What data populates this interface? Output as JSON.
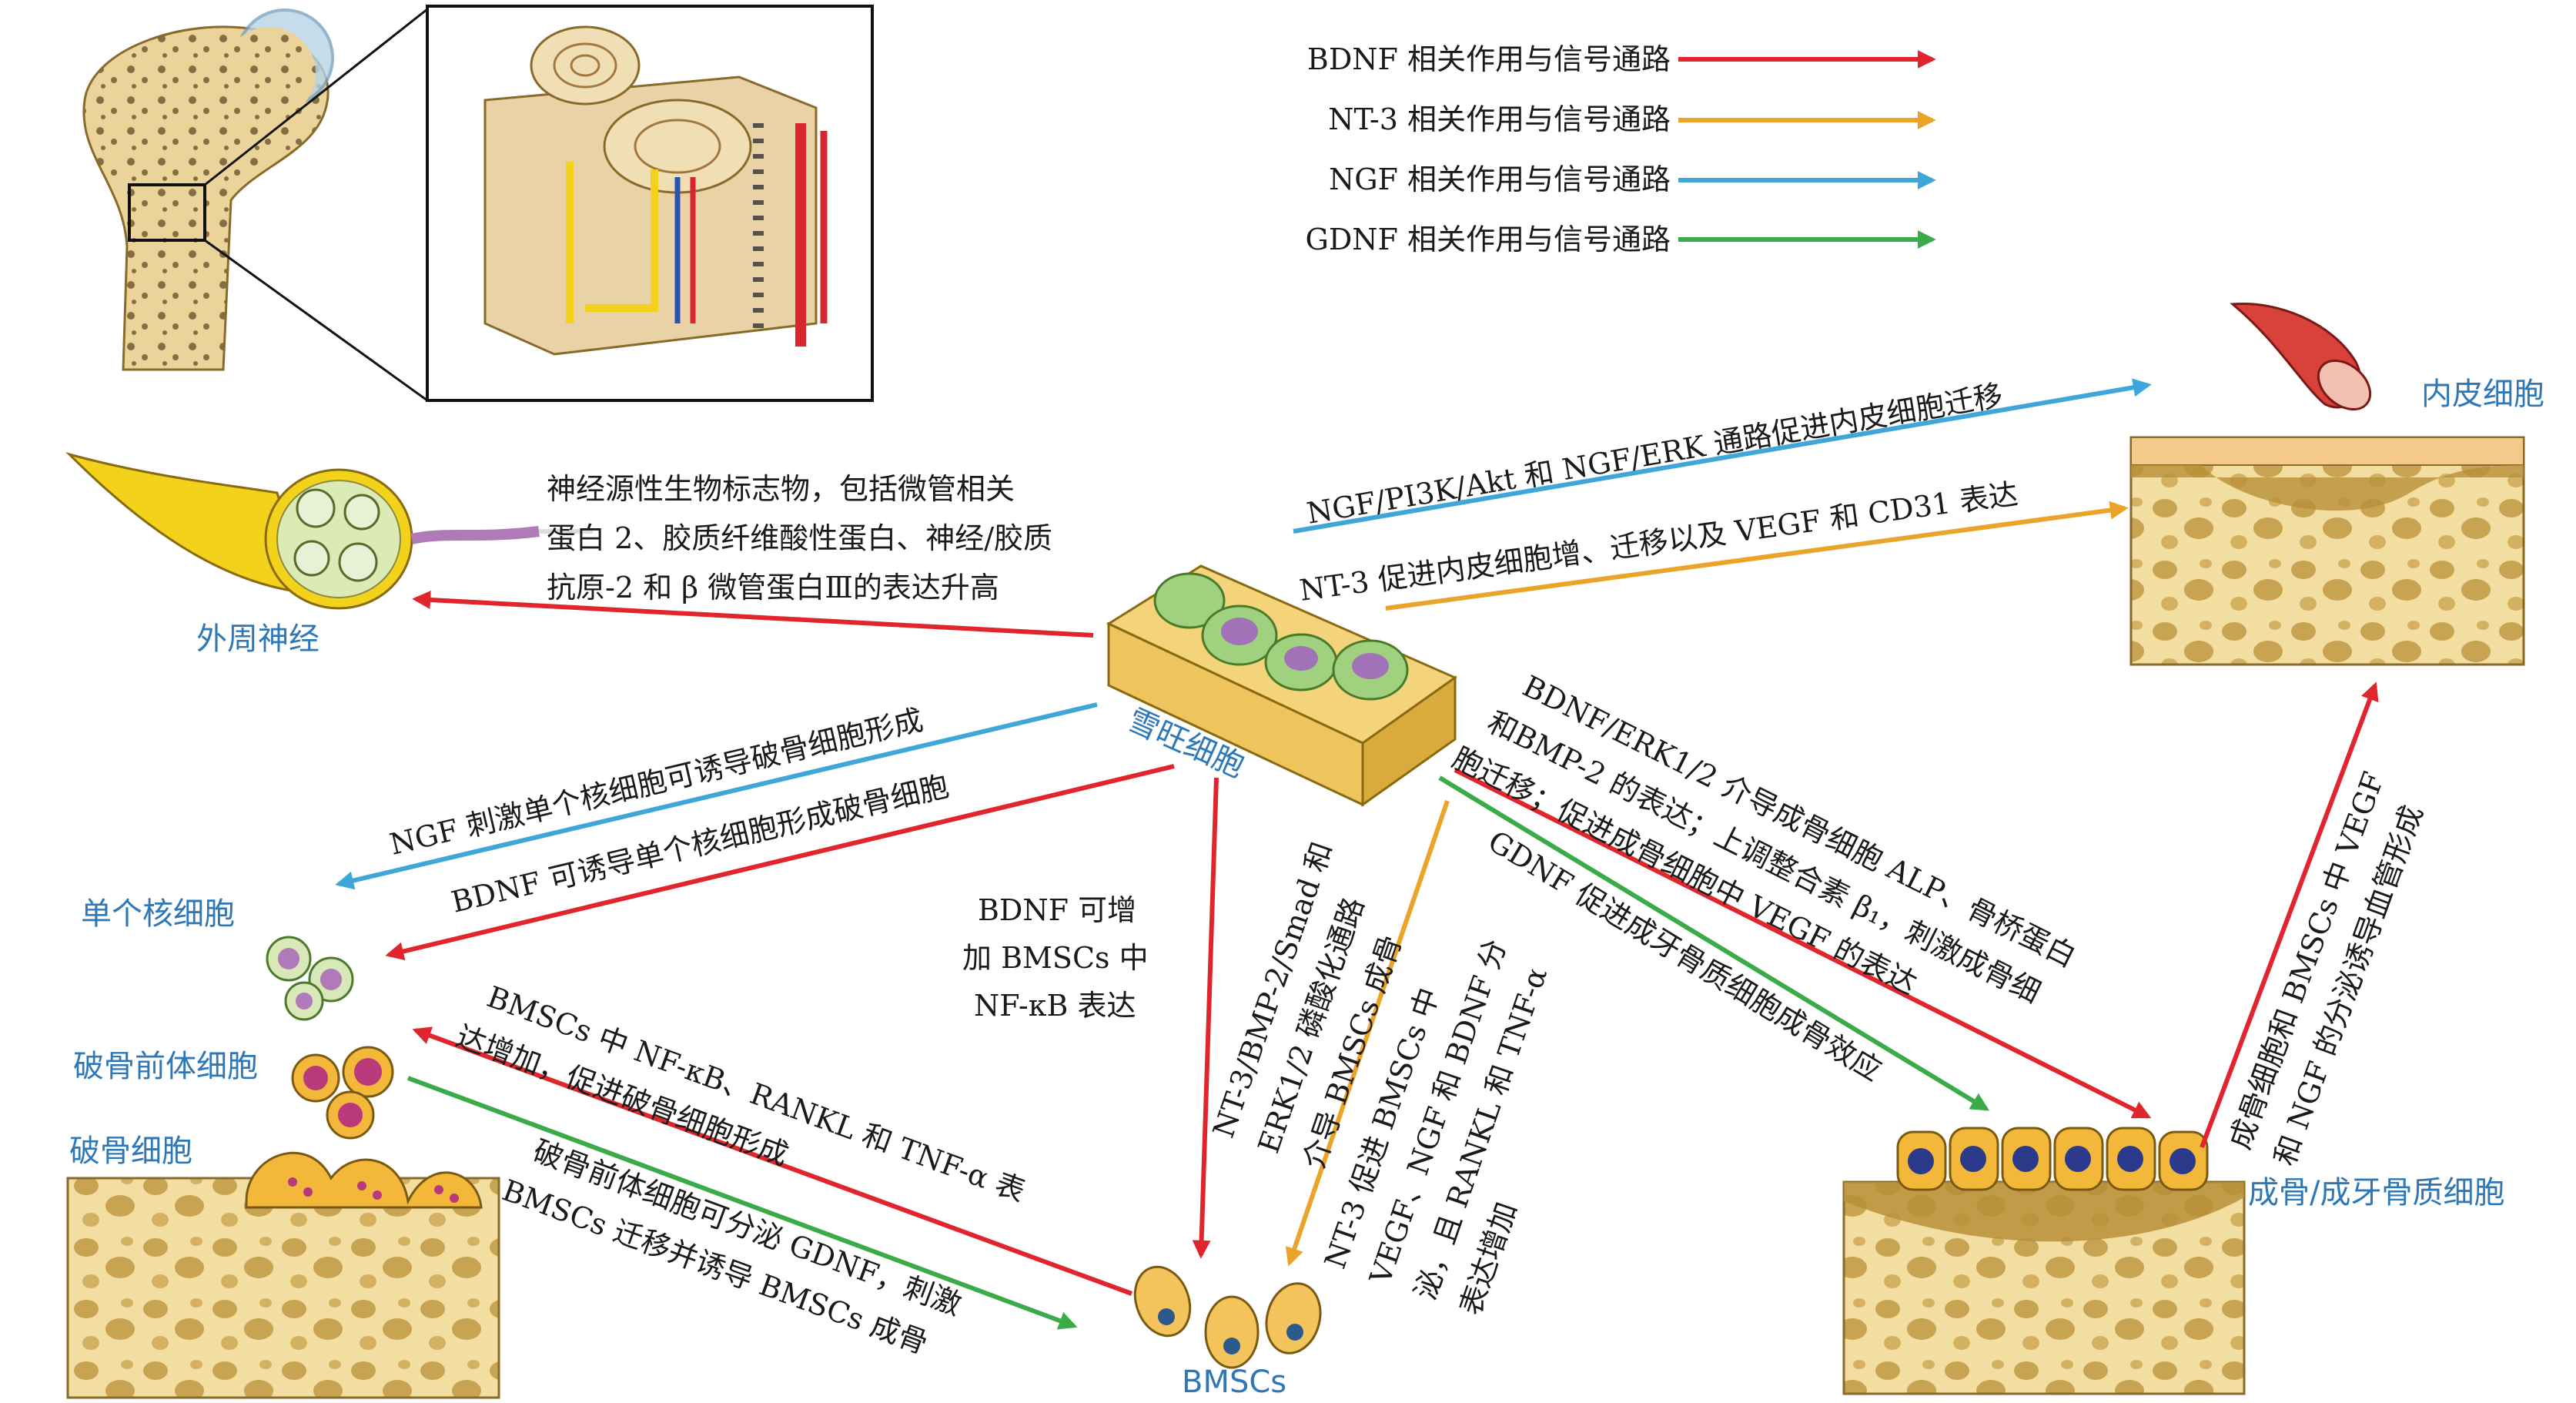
{
  "colors": {
    "bdnf": "#e0262c",
    "nt3": "#eaa42a",
    "ngf": "#3fa6da",
    "gdnf": "#3bab4a",
    "label_blue": "#2e78b8",
    "bone": "#f1dea0",
    "bone_pore": "#b98f38"
  },
  "legend": [
    {
      "label": "BDNF 相关作用与信号通路",
      "color_key": "bdnf"
    },
    {
      "label": "NT-3 相关作用与信号通路",
      "color_key": "nt3"
    },
    {
      "label": "NGF 相关作用与信号通路",
      "color_key": "ngf"
    },
    {
      "label": "GDNF 相关作用与信号通路",
      "color_key": "gdnf"
    }
  ],
  "nodes": {
    "schwann": "雪旺细胞",
    "peripheral_nerve": "外周神经",
    "endothelial": "内皮细胞",
    "monocyte": "单个核细胞",
    "preosteoclast": "破骨前体细胞",
    "osteoclast": "破骨细胞",
    "bmscs": "BMSCs",
    "osteoblast": "成骨/成牙骨质细胞"
  },
  "annotations": {
    "nerve_text": [
      "神经源性生物标志物，包括微管相关",
      "蛋白 2、胶质纤维酸性蛋白、神经/胶质",
      "抗原-2 和 β 微管蛋白Ⅲ的表达升高"
    ],
    "endo_ngf": "NGF/PI3K/Akt 和 NGF/ERK 通路促进内皮细胞迁移",
    "endo_nt3": "NT-3 促进内皮细胞增、迁移以及 VEGF 和 CD31 表达",
    "mono_ngf": "NGF 刺激单个核细胞可诱导破骨细胞形成",
    "mono_bdnf": "BDNF 可诱导单个核细胞形成破骨细胞",
    "bdnf_nfkb": [
      "BDNF 可增",
      "加 BMSCs 中",
      "NF-κB 表达"
    ],
    "nt3_smad": [
      "NT-3/BMP-2/Smad 和",
      "ERK1/2 磷酸化通路",
      "介导 BMSCs 成骨"
    ],
    "nt3_vegf": [
      "NT-3 促进 BMSCs 中",
      "VEGF、NGF 和 BDNF 分",
      "泌，且 RANKL 和 TNF-α",
      "表达增加"
    ],
    "osteo_bdnf": [
      "BDNF/ERK1/2 介导成骨细胞 ALP、骨桥蛋白",
      "和BMP-2 的表达；上调整合素 β₁，刺激成骨细",
      "胞迁移；促进成骨细胞中 VEGF 的表达"
    ],
    "osteo_gdnf": "GDNF 促进成牙骨质细胞成骨效应",
    "vegf_up": [
      "成骨细胞和 BMSCs 中 VEGF",
      "和 NGF 的分泌诱导血管形成"
    ],
    "bmsc_nfkb": [
      "BMSCs 中 NF-κB、RANKL 和 TNF-α 表",
      "达增加，促进破骨细胞形成"
    ],
    "preoc_gdnf": [
      "破骨前体细胞可分泌 GDNF，刺激",
      "BMSCs 迁移并诱导 BMSCs 成骨"
    ]
  }
}
